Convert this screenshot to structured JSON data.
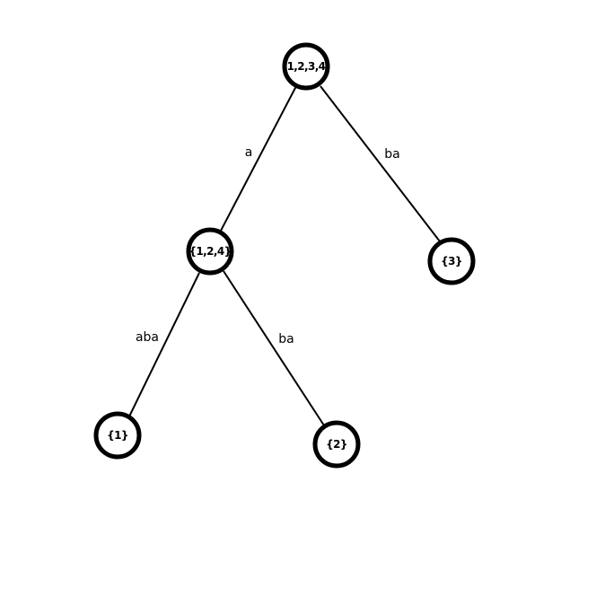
{
  "tree": {
    "nodes": [
      {
        "id": "root",
        "label": "1,2,3,4"
      },
      {
        "id": "n124",
        "label": "{1,2,4}"
      },
      {
        "id": "n3",
        "label": "{3}"
      },
      {
        "id": "n1",
        "label": "{1}"
      },
      {
        "id": "n2",
        "label": "{2}"
      }
    ],
    "edges": [
      {
        "from": "root",
        "to": "n124",
        "label": "a"
      },
      {
        "from": "root",
        "to": "n3",
        "label": "ba"
      },
      {
        "from": "n124",
        "to": "n1",
        "label": "aba"
      },
      {
        "from": "n124",
        "to": "n2",
        "label": "ba"
      }
    ]
  }
}
